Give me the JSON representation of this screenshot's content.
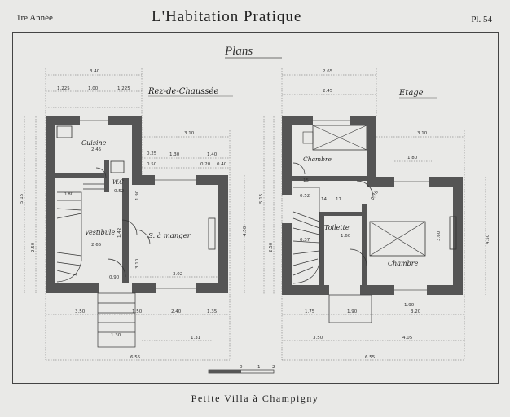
{
  "header": {
    "year": "1re Année",
    "title": "L'Habitation Pratique",
    "plate": "Pl. 54"
  },
  "plans_title": "Plans",
  "ground_floor": {
    "heading": "Rez-de-Chaussée",
    "rooms": {
      "kitchen": "Cuisine",
      "wc": "W.C",
      "vestibule": "Vestibule",
      "dining": "S. à manger"
    },
    "dims": {
      "overall_top": "3.40",
      "top_a": "1.225",
      "top_b": "1.00",
      "top_c": "1.225",
      "k_w": "2.45",
      "d_w": "3.10",
      "d_a": "1.30",
      "d_b": "1.40",
      "d_c": "0.20",
      "d_d": "0.40",
      "d_e": "0.25",
      "d_f": "0.50",
      "d_w2": "3.02",
      "bottom_a": "3.50",
      "bottom_b": "1.50",
      "bottom_c": "2.40",
      "bottom_d": "1.35",
      "bottom_e": "1.31",
      "bottom_f": "1.30",
      "overall_bottom": "6.55",
      "right_h": "4.50",
      "left_a": "2.50",
      "left_b": "5.15",
      "v_w": "2.65",
      "v_h": "1.42",
      "misc_a": "0.80",
      "misc_b": "0.52",
      "misc_c": "1.90",
      "misc_d": "0.90",
      "misc_e": "3.10"
    }
  },
  "first_floor": {
    "heading": "Etage",
    "rooms": {
      "bedroom1": "Chambre",
      "toilet": "Toilette",
      "bedroom2": "Chambre"
    },
    "dims": {
      "overall_top": "2.65",
      "top_a": "2.45",
      "top_b": "3.10",
      "top_c": "1.80",
      "t_w": "1.60",
      "bottom_a": "1.75",
      "bottom_b": "1.90",
      "bottom_c": "1.90",
      "bottom_d": "3.20",
      "bottom_e": "3.50",
      "bottom_f": "4.05",
      "overall_bottom": "6.55",
      "right_h": "4.50",
      "ch_h": "3.60",
      "left_a": "2.50",
      "left_b": "5.15",
      "misc_a": "0.52",
      "misc_b": "0.37",
      "misc_c": "0.76",
      "stair_a": "15",
      "stair_b": "17",
      "stair_c": "14"
    }
  },
  "scale": {
    "a": "0",
    "b": "1",
    "c": "2"
  },
  "caption": "Petite Villa à Champigny"
}
